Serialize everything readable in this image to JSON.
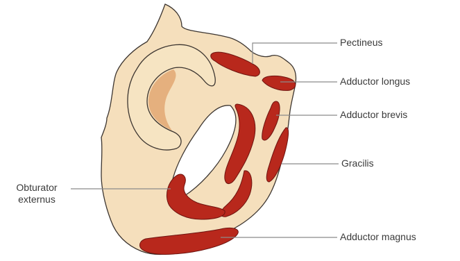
{
  "colors": {
    "bone_fill": "#f5dfbc",
    "bone_outline": "#3c3530",
    "muscle_fill": "#b8281c",
    "muscle_outline": "#6e1410",
    "acetabulum_shade": "#e2a873",
    "leader_line": "#8a8a8a",
    "label_text": "#3a3a3a",
    "background": "#ffffff"
  },
  "labels": {
    "pectineus": "Pectineus",
    "adductor_longus": "Adductor longus",
    "adductor_brevis": "Adductor brevis",
    "gracilis": "Gracilis",
    "adductor_magnus": "Adductor magnus",
    "obturator_externus_line1": "Obturator",
    "obturator_externus_line2": "externus"
  }
}
